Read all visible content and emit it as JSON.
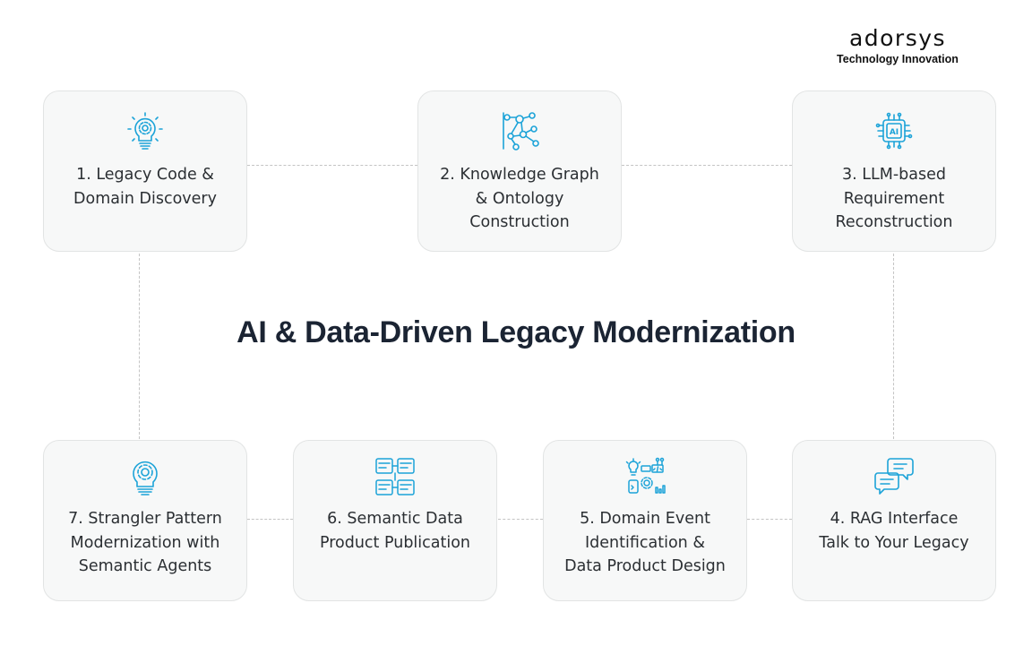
{
  "brand": {
    "name": "adorsys",
    "tagline": "Technology Innovation"
  },
  "title": "AI & Data-Driven Legacy Modernization",
  "accent_color": "#1ca3d8",
  "steps": [
    {
      "label": "1. Legacy Code &\nDomain Discovery",
      "icon": "lightbulb-gear-icon"
    },
    {
      "label": "2. Knowledge Graph\n& Ontology\nConstruction",
      "icon": "network-graph-icon"
    },
    {
      "label": "3. LLM-based\nRequirement\nReconstruction",
      "icon": "ai-chip-icon"
    },
    {
      "label": "4. RAG Interface\nTalk to Your Legacy",
      "icon": "chat-bubbles-icon"
    },
    {
      "label": "5. Domain Event\nIdentification &\nData Product Design",
      "icon": "idea-code-gear-icon"
    },
    {
      "label": "6. Semantic Data\nProduct Publication",
      "icon": "data-flow-icon"
    },
    {
      "label": "7. Strangler Pattern\nModernization with\nSemantic Agents",
      "icon": "lightbulb-gear-icon"
    }
  ]
}
